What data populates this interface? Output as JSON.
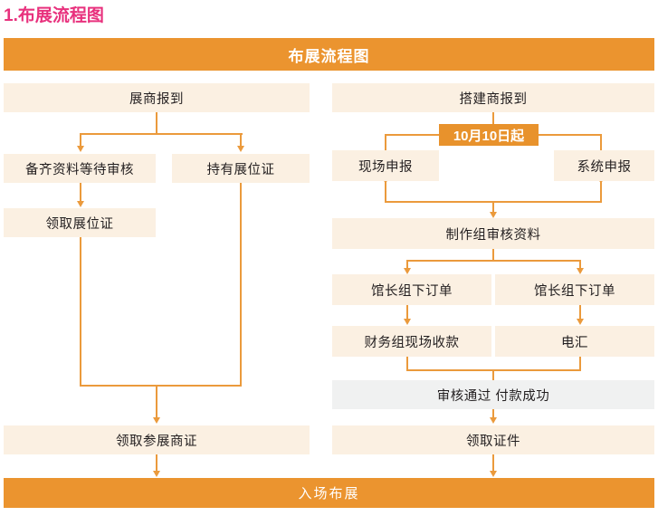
{
  "page": {
    "section_title": "1.布展流程图",
    "header_banner": "布展流程图",
    "footer_banner": "入场布展"
  },
  "colors": {
    "title_pink": "#e8317d",
    "banner_orange": "#eb942f",
    "badge_orange": "#e8922c",
    "node_cream": "#fbf0e2",
    "node_gray": "#f0f1f1",
    "connector_orange": "#eb9a3c",
    "text_dark": "#231f20"
  },
  "flow": {
    "left_track": {
      "start": "展商报到",
      "branch_a": "备齐资料等待审核",
      "branch_a_next": "领取展位证",
      "branch_b": "持有展位证",
      "merge": "领取参展商证"
    },
    "right_track": {
      "start": "搭建商报到",
      "date_badge": "10月10日起",
      "branch_a": "现场申报",
      "branch_b": "系统申报",
      "review": "制作组审核资料",
      "order_left": "馆长组下订单",
      "order_right": "馆长组下订单",
      "pay_left": "财务组现场收款",
      "pay_right": "电汇",
      "approved": "审核通过 付款成功",
      "collect": "领取证件"
    },
    "final": "入场布展"
  },
  "chart_data": {
    "type": "diagram",
    "title": "布展流程图",
    "nodes": [
      {
        "id": "l1",
        "label": "展商报到",
        "track": "left",
        "style": "cream"
      },
      {
        "id": "l2a",
        "label": "备齐资料等待审核",
        "track": "left",
        "style": "cream"
      },
      {
        "id": "l2b",
        "label": "持有展位证",
        "track": "left",
        "style": "cream"
      },
      {
        "id": "l3",
        "label": "领取展位证",
        "track": "left",
        "style": "cream"
      },
      {
        "id": "l4",
        "label": "领取参展商证",
        "track": "left",
        "style": "cream"
      },
      {
        "id": "r1",
        "label": "搭建商报到",
        "track": "right",
        "style": "cream"
      },
      {
        "id": "rb",
        "label": "10月10日起",
        "track": "right",
        "style": "badge"
      },
      {
        "id": "r2a",
        "label": "现场申报",
        "track": "right",
        "style": "cream"
      },
      {
        "id": "r2b",
        "label": "系统申报",
        "track": "right",
        "style": "cream"
      },
      {
        "id": "r3",
        "label": "制作组审核资料",
        "track": "right",
        "style": "cream"
      },
      {
        "id": "r4a",
        "label": "馆长组下订单",
        "track": "right",
        "style": "cream"
      },
      {
        "id": "r4b",
        "label": "馆长组下订单",
        "track": "right",
        "style": "cream"
      },
      {
        "id": "r5a",
        "label": "财务组现场收款",
        "track": "right",
        "style": "cream"
      },
      {
        "id": "r5b",
        "label": "电汇",
        "track": "right",
        "style": "cream"
      },
      {
        "id": "r6",
        "label": "审核通过 付款成功",
        "track": "right",
        "style": "gray"
      },
      {
        "id": "r7",
        "label": "领取证件",
        "track": "right",
        "style": "cream"
      },
      {
        "id": "end",
        "label": "入场布展",
        "track": "both",
        "style": "banner"
      }
    ],
    "edges": [
      {
        "from": "l1",
        "to": "l2a"
      },
      {
        "from": "l1",
        "to": "l2b"
      },
      {
        "from": "l2a",
        "to": "l3"
      },
      {
        "from": "l3",
        "to": "l4"
      },
      {
        "from": "l2b",
        "to": "l4"
      },
      {
        "from": "l4",
        "to": "end"
      },
      {
        "from": "r1",
        "to": "r2a"
      },
      {
        "from": "r1",
        "to": "r2b"
      },
      {
        "from": "r2a",
        "to": "r3"
      },
      {
        "from": "r2b",
        "to": "r3"
      },
      {
        "from": "r3",
        "to": "r4a"
      },
      {
        "from": "r3",
        "to": "r4b"
      },
      {
        "from": "r4a",
        "to": "r5a"
      },
      {
        "from": "r4b",
        "to": "r5b"
      },
      {
        "from": "r5a",
        "to": "r6"
      },
      {
        "from": "r5b",
        "to": "r6"
      },
      {
        "from": "r6",
        "to": "r7"
      },
      {
        "from": "r7",
        "to": "end"
      }
    ]
  }
}
